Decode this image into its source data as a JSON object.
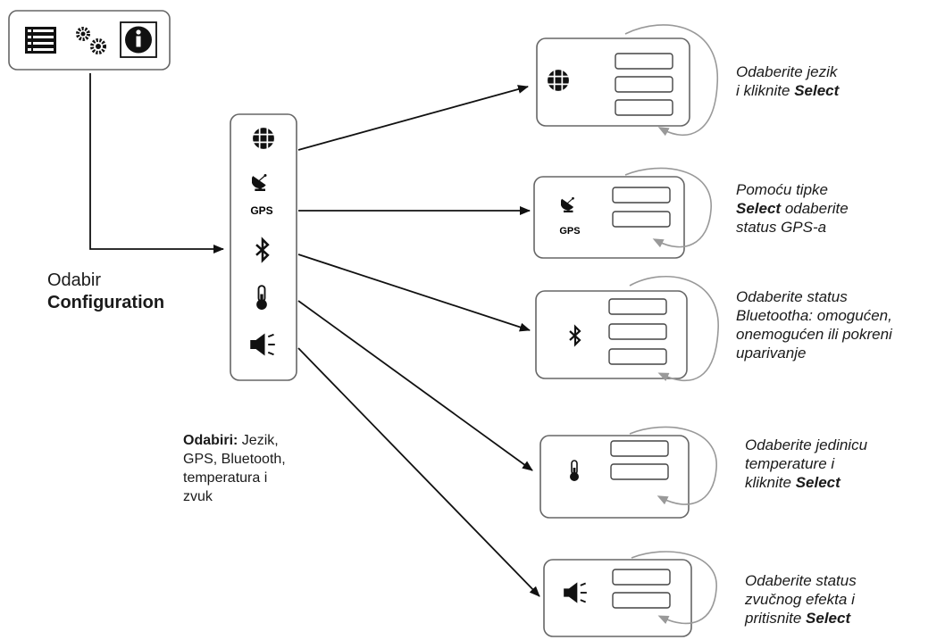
{
  "top_toolbar": {
    "icons": [
      "list-icon",
      "gears-icon",
      "info-icon"
    ]
  },
  "configuration_label": {
    "line1": "Odabir",
    "line2": "Configuration"
  },
  "settings_menu": {
    "icons": [
      "globe-icon",
      "gps-icon",
      "bluetooth-icon",
      "thermometer-icon",
      "speaker-icon"
    ],
    "gps_text": "GPS"
  },
  "options_label": {
    "bold": "Odabiri:",
    "line1_rest": " Jezik,",
    "line2": "GPS, Bluetooth,",
    "line3": "temperatura i",
    "line4": "zvuk"
  },
  "screens": [
    {
      "icon": "globe-icon",
      "options": 3
    },
    {
      "icon": "gps-icon",
      "options": 2
    },
    {
      "icon": "bluetooth-icon",
      "options": 3
    },
    {
      "icon": "thermometer-icon",
      "options": 2
    },
    {
      "icon": "speaker-icon",
      "options": 2
    }
  ],
  "notes": {
    "language": {
      "line1": "Odaberite jezik",
      "line2_pre": "i kliknite ",
      "line2_bold": "Select"
    },
    "gps": {
      "line1": "Pomoću tipke",
      "line2_bold": "Select",
      "line2_post": " odaberite",
      "line3": "status GPS-a"
    },
    "bluetooth": {
      "line1": "Odaberite status",
      "line2": "Bluetootha: omogućen,",
      "line3": "onemogućen ili pokreni",
      "line4": "uparivanje"
    },
    "temperature": {
      "line1": "Odaberite jedinicu",
      "line2": "temperature i",
      "line3_pre": "kliknite ",
      "line3_bold": "Select"
    },
    "sound": {
      "line1": "Odaberite status",
      "line2": "zvučnog efekta i",
      "line3_pre": "pritisnite ",
      "line3_bold": "Select"
    }
  }
}
